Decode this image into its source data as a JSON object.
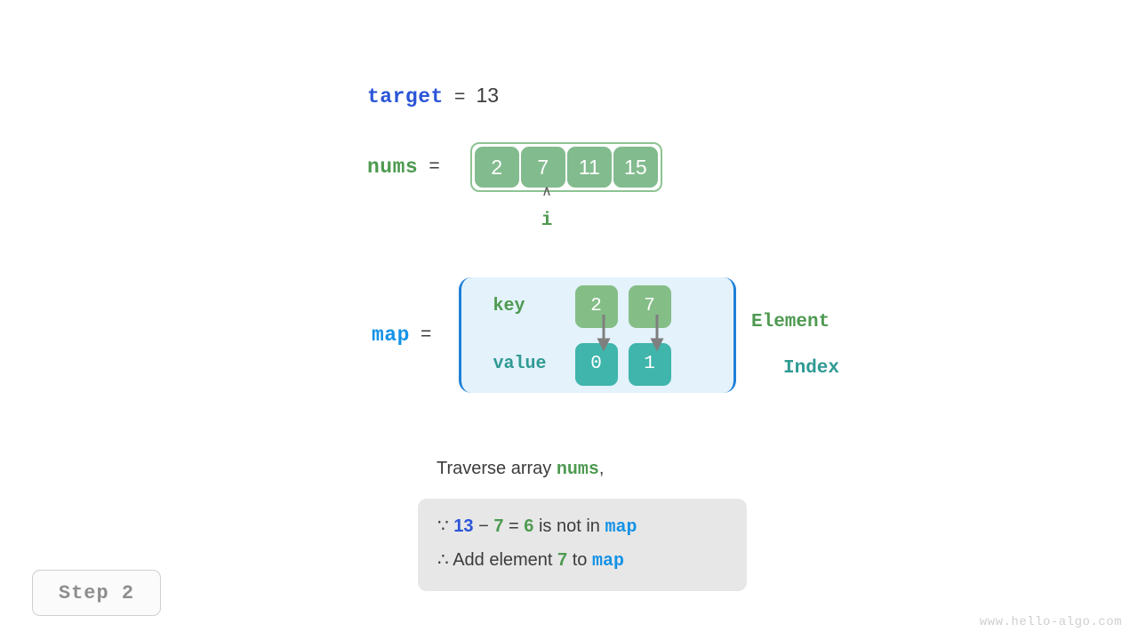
{
  "target": {
    "name": "target",
    "equals": "=",
    "value": "13"
  },
  "nums": {
    "name": "nums",
    "equals": "=",
    "cells": [
      "2",
      "7",
      "11",
      "15"
    ]
  },
  "pointer": {
    "caret": "∧",
    "label": "i"
  },
  "map": {
    "name": "map",
    "equals": "=",
    "key_label": "key",
    "value_label": "value",
    "keys": [
      "2",
      "7"
    ],
    "values": [
      "0",
      "1"
    ],
    "legend_element": "Element",
    "legend_index": "Index"
  },
  "explanation": {
    "title_prefix": "Traverse array ",
    "title_var": "nums",
    "title_suffix": ",",
    "line1": {
      "because_symbol": "∵",
      "a": "13",
      "minus": "−",
      "b": "7",
      "equals": "=",
      "result": "6",
      "tail_before_map": " is not in ",
      "map_word": "map"
    },
    "line2": {
      "therefore_symbol": "∴",
      "text_before": "Add element ",
      "element": "7",
      "text_middle": " to ",
      "map_word": "map"
    }
  },
  "step_badge": "Step 2",
  "watermark": "www.hello-algo.com",
  "colors": {
    "blue_var": "#2b55d8",
    "green_var": "#4e9a51",
    "map_blue": "#1492e6",
    "array_cell": "#82bb8e",
    "key_cell": "#85bd87",
    "value_cell": "#3fb5ac",
    "map_bg": "#e3f2fb",
    "map_border": "#1e80d6",
    "explain_bg": "#e7e7e7"
  }
}
